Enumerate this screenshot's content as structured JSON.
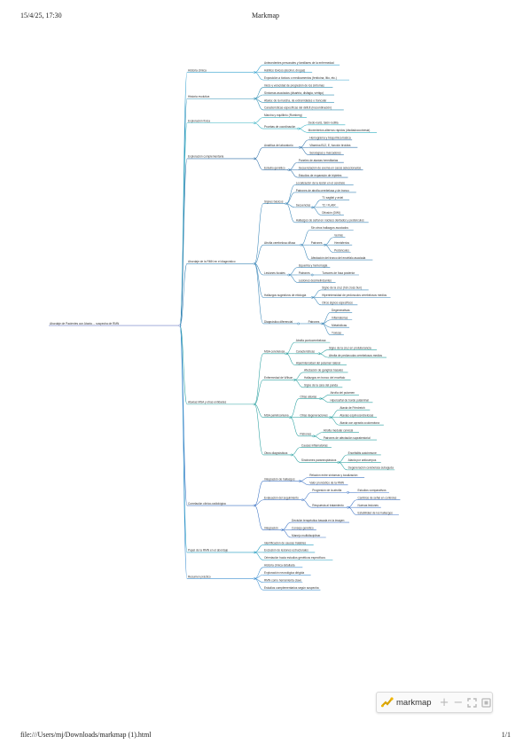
{
  "header": {
    "datetime": "15/4/25, 17:30",
    "title": "Markmap"
  },
  "footer": {
    "path": "file:///Users/mj/Downloads/markmap (1).html",
    "page": "1/1"
  },
  "toolbar": {
    "logo_text": "markmap",
    "zoom_in": "+",
    "zoom_out": "−",
    "fit_icon": "fit-icon",
    "toggle_icon": "toggle-icon"
  },
  "colors": {
    "root": "#6c7ec6",
    "b1": "#33a1cf",
    "b2": "#2f8fb3",
    "b3": "#33b0c2",
    "b4": "#2e6fa8",
    "b5": "#3a86b8",
    "b6": "#2aa0a0",
    "b7": "#3c73c4",
    "b8": "#1f9bbf",
    "b9": "#3d8fd0"
  },
  "markmap": {
    "root": "Abordaje de Pacientes con Ataxia ... sospecha de RMN",
    "branches": [
      {
        "label": "Historia clínica",
        "children": [
          {
            "label": "Antecedentes personales y familiares de la enfermedad"
          },
          {
            "label": "Hábitos tóxicos (alcohol, drogas)"
          },
          {
            "label": "Exposición a tóxicos o medicamentos (fenitoína, litio, etc.)"
          }
        ]
      },
      {
        "label": "Historia evolutiva",
        "children": [
          {
            "label": "Inicio y velocidad de progresión de los síntomas"
          },
          {
            "label": "Síntomas asociados (disartria, disfagia, vértigo)"
          },
          {
            "label": "Ataxia: de la marcha, de extremidades o troncular"
          },
          {
            "label": "Características específicas del déficit (incoordinación)"
          }
        ]
      },
      {
        "label": "Exploración física",
        "children": [
          {
            "label": "Marcha y equilibrio (Romberg)"
          },
          {
            "label": "Pruebas de coordinación",
            "children": [
              {
                "label": "Dedo-nariz, talón-rodilla"
              },
              {
                "label": "Movimientos alternos rápidos (disdiadococinesia)"
              }
            ]
          }
        ]
      },
      {
        "label": "Exploración complementaria",
        "children": [
          {
            "label": "Analítica de laboratorio",
            "children": [
              {
                "label": "Hemograma y bioquímica básica"
              },
              {
                "label": "Vitamina B12, E, función tiroidea"
              },
              {
                "label": "Serologías y marcadores"
              }
            ]
          },
          {
            "label": "Estudio genético",
            "children": [
              {
                "label": "Paneles de ataxias hereditarias"
              },
              {
                "label": "Secuenciación de exoma en casos seleccionados"
              },
              {
                "label": "Estudios de expansión de tripletes"
              }
            ]
          }
        ]
      },
      {
        "label": "Abordaje de la RMN en el diagnóstico",
        "children": [
          {
            "label": "Signos básicos",
            "children": [
              {
                "label": "Localización de la lesión en el cerebelo"
              },
              {
                "label": "Patrones de atrofia cerebelosa y de tronco"
              },
              {
                "label": "Secuencias",
                "children": [
                  {
                    "label": "T1 sagital y axial"
                  },
                  {
                    "label": "T2 / FLAIR"
                  },
                  {
                    "label": "Difusión (DWI)"
                  }
                ]
              },
              {
                "label": "Hallazgos de señal en núcleos dentados y pedúnculos"
              }
            ]
          },
          {
            "label": "Atrofia cerebelosa difusa",
            "children": [
              {
                "label": "Sin otros hallazgos asociados"
              },
              {
                "label": "Patrones",
                "children": [
                  {
                    "label": "Vermis"
                  },
                  {
                    "label": "Hemisferios"
                  },
                  {
                    "label": "Pedúnculos"
                  }
                ]
              },
              {
                "label": "Afectación del tronco del encéfalo asociada"
              }
            ]
          },
          {
            "label": "Lesiones focales",
            "children": [
              {
                "label": "Isquemia y hemorragia"
              },
              {
                "label": "Patrones",
                "children": [
                  {
                    "label": "Tumores de fosa posterior"
                  }
                ]
              },
              {
                "label": "Lesiones desmielinizantes"
              }
            ]
          },
          {
            "label": "Hallazgos sugestivos de etiología",
            "children": [
              {
                "label": "Signo de la cruz (hot cross bun)"
              },
              {
                "label": "Hiperintensidad de pedúnculos cerebelosos medios"
              },
              {
                "label": "Otros signos específicos"
              }
            ]
          },
          {
            "label": "Diagnóstico diferencial",
            "children": [
              {
                "label": "Patrones",
                "children": [
                  {
                    "label": "Degenerativas"
                  },
                  {
                    "label": "Inflamatorias"
                  },
                  {
                    "label": "Metabólicas"
                  },
                  {
                    "label": "Tóxicas"
                  }
                ]
              }
            ]
          }
        ]
      },
      {
        "label": "Ataxias MSA y otras entidades",
        "children": [
          {
            "label": "MSA cerebelosa",
            "children": [
              {
                "label": "Atrofia pontocerebelosa"
              },
              {
                "label": "Características",
                "children": [
                  {
                    "label": "Signo de la cruz en protuberancia"
                  },
                  {
                    "label": "Atrofia de pedúnculos cerebelosos medios"
                  }
                ]
              },
              {
                "label": "Hiperintensidad del putamen lateral"
              }
            ]
          },
          {
            "label": "Enfermedad de Wilson",
            "children": [
              {
                "label": "Afectación de ganglios basales"
              },
              {
                "label": "Hallazgos en tronco del encéfalo"
              },
              {
                "label": "Signo de la cara del panda"
              }
            ]
          },
          {
            "label": "MSA parkinsoniana",
            "children": [
              {
                "label": "Otras ataxias",
                "children": [
                  {
                    "label": "Atrofia del putamen"
                  },
                  {
                    "label": "Hiperseñal de borde putaminal"
                  }
                ]
              },
              {
                "label": "Otras degeneraciones",
                "children": [
                  {
                    "label": "Ataxia de Friedreich"
                  },
                  {
                    "label": "Ataxias espinocerebelosas"
                  },
                  {
                    "label": "Ataxia con apraxia oculomotora"
                  }
                ]
              },
              {
                "label": "Patrones",
                "children": [
                  {
                    "label": "Atrofia medular cervical"
                  },
                  {
                    "label": "Patrones de afectación supratentorial"
                  }
                ]
              }
            ]
          },
          {
            "label": "Otros diagnósticos",
            "children": [
              {
                "label": "Causas inflamatorias"
              },
              {
                "label": "Síndromes paraneoplásicos",
                "children": [
                  {
                    "label": "Encefalitis autoinmune"
                  },
                  {
                    "label": "Ataxia por anticuerpos"
                  },
                  {
                    "label": "Degeneración cerebelosa subaguda"
                  }
                ]
              }
            ]
          }
        ]
      },
      {
        "label": "Correlación clínico-radiológica",
        "children": [
          {
            "label": "Integración de hallazgos",
            "children": [
              {
                "label": "Relación entre síntomas y localización"
              },
              {
                "label": "Valor pronóstico de la RMN"
              }
            ]
          },
          {
            "label": "Evaluación del seguimiento",
            "children": [
              {
                "label": "Progresión de la atrofia",
                "children": [
                  {
                    "label": "Estudios comparativos"
                  }
                ]
              },
              {
                "label": "Respuesta al tratamiento",
                "children": [
                  {
                    "label": "Cambios de señal en controles"
                  },
                  {
                    "label": "Nuevas lesiones"
                  },
                  {
                    "label": "Estabilidad de los hallazgos"
                  }
                ]
              }
            ]
          },
          {
            "label": "Integración",
            "children": [
              {
                "label": "Decisión terapéutica basada en la imagen"
              },
              {
                "label": "Consejo genético"
              },
              {
                "label": "Manejo multidisciplinar"
              }
            ]
          }
        ]
      },
      {
        "label": "Papel de la RMN en el abordaje",
        "children": [
          {
            "label": "Identificación de causas tratables"
          },
          {
            "label": "Exclusión de lesiones estructurales"
          },
          {
            "label": "Orientación hacia estudios genéticos específicos"
          }
        ]
      },
      {
        "label": "Resumen práctico",
        "children": [
          {
            "label": "Historia clínica detallada"
          },
          {
            "label": "Exploración neurológica dirigida"
          },
          {
            "label": "RMN como herramienta clave"
          },
          {
            "label": "Estudios complementarios según sospecha"
          }
        ]
      }
    ]
  }
}
